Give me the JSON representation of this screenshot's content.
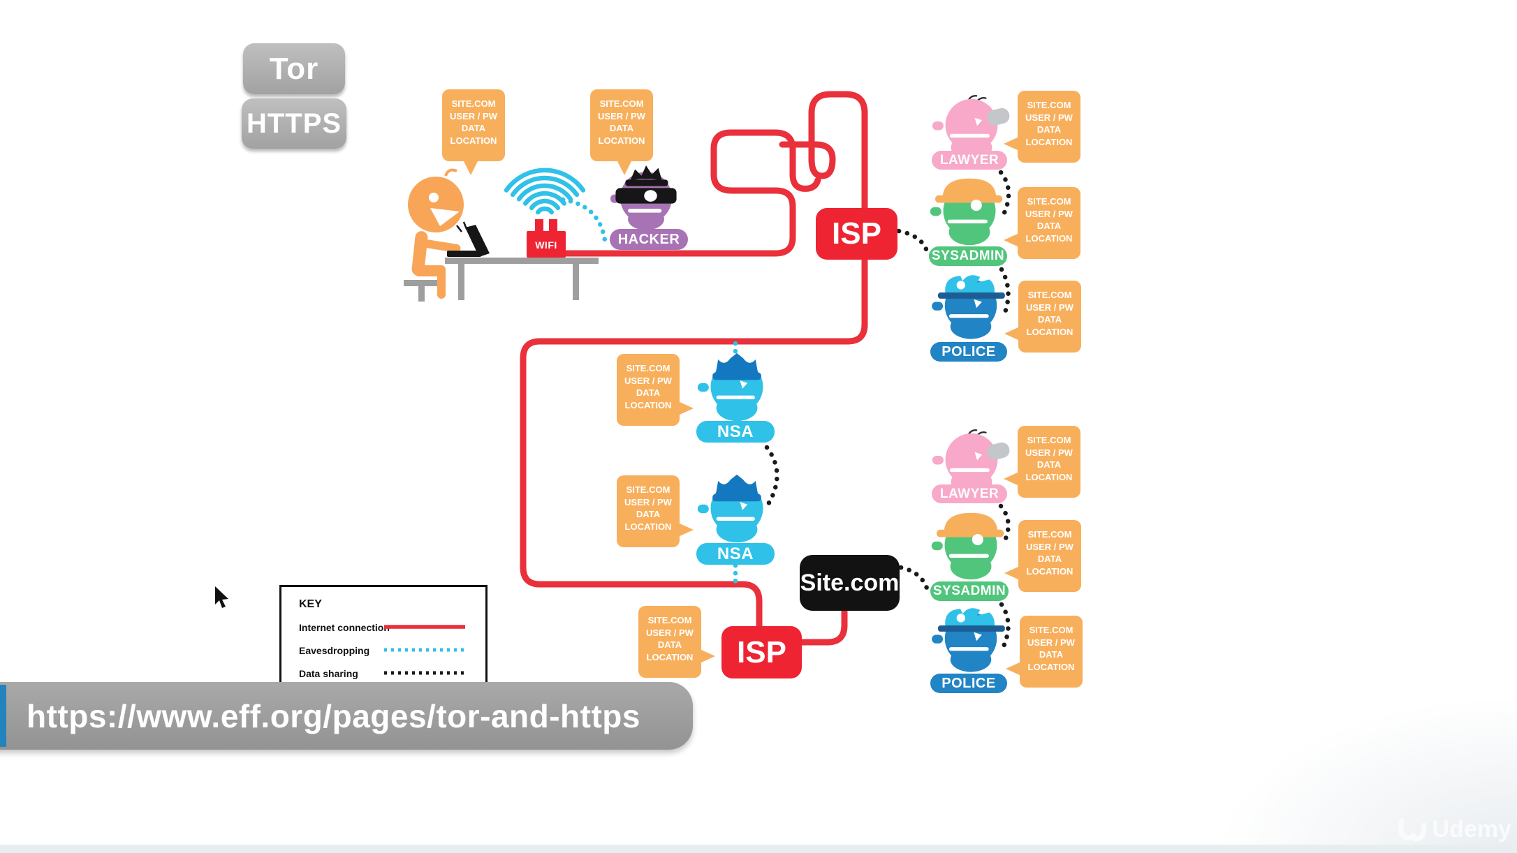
{
  "buttons": {
    "tor": "Tor",
    "https": "HTTPS"
  },
  "callout": {
    "lines": [
      "SITE.COM",
      "USER / PW",
      "DATA",
      "LOCATION"
    ]
  },
  "nodes": {
    "isp": "ISP",
    "site": "Site.com",
    "wifi": "WIFI"
  },
  "labels": {
    "hacker": "HACKER",
    "lawyer": "LAWYER",
    "sysadmin": "SYSADMIN",
    "police": "POLICE",
    "nsa": "NSA"
  },
  "key": {
    "title": "KEY",
    "items": [
      {
        "label": "Internet connection",
        "style": "solid-red"
      },
      {
        "label": "Eavesdropping",
        "style": "dotted-cyan"
      },
      {
        "label": "Data sharing",
        "style": "dotted-black"
      }
    ]
  },
  "url_bar": {
    "text": "https://www.eff.org/pages/tor-and-https"
  },
  "watermark": {
    "text": "Udemy"
  },
  "colors": {
    "connection_red": "#e9303b",
    "eavesdrop_cyan": "#30c1e9",
    "datashare_black": "#1a1a1a",
    "callout_orange": "#f8af5c",
    "lawyer_pink": "#f8a8c8",
    "sysadmin_green": "#51c57c",
    "police_blue": "#2184c4",
    "nsa_cyan": "#30c1e9",
    "hacker_purple": "#a873b4",
    "isp_red": "#ee2433",
    "site_black": "#121212",
    "button_gray": "#aeaeae",
    "urlbar_blue": "#2383bd"
  }
}
